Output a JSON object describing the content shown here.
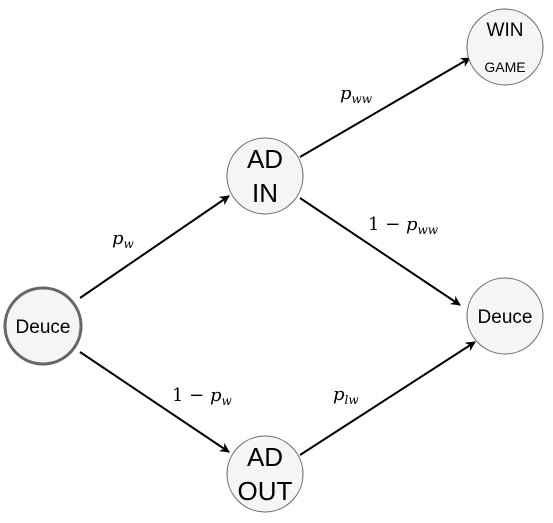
{
  "colors": {
    "node_fill": "#f5f5f5",
    "node_stroke": "#666666",
    "edge": "#000000",
    "text": "#000000"
  },
  "nodes": {
    "deuce_start": {
      "label": "Deuce"
    },
    "ad_in": {
      "line1": "AD",
      "line2": "IN"
    },
    "ad_out": {
      "line1": "AD",
      "line2": "OUT"
    },
    "win_game": {
      "line1": "WIN",
      "line2": "GAME"
    },
    "deuce_end": {
      "label": "Deuce"
    }
  },
  "edges": {
    "deuce_to_ad_in": {
      "base": "p",
      "sub": "w"
    },
    "deuce_to_ad_out": {
      "prefix": "1 − ",
      "base": "p",
      "sub": "w"
    },
    "ad_in_to_win": {
      "base": "p",
      "sub": "ww"
    },
    "ad_in_to_deuce": {
      "prefix": "1 − ",
      "base": "p",
      "sub": "ww"
    },
    "ad_out_to_deuce": {
      "base": "p",
      "sub": "lw"
    }
  }
}
